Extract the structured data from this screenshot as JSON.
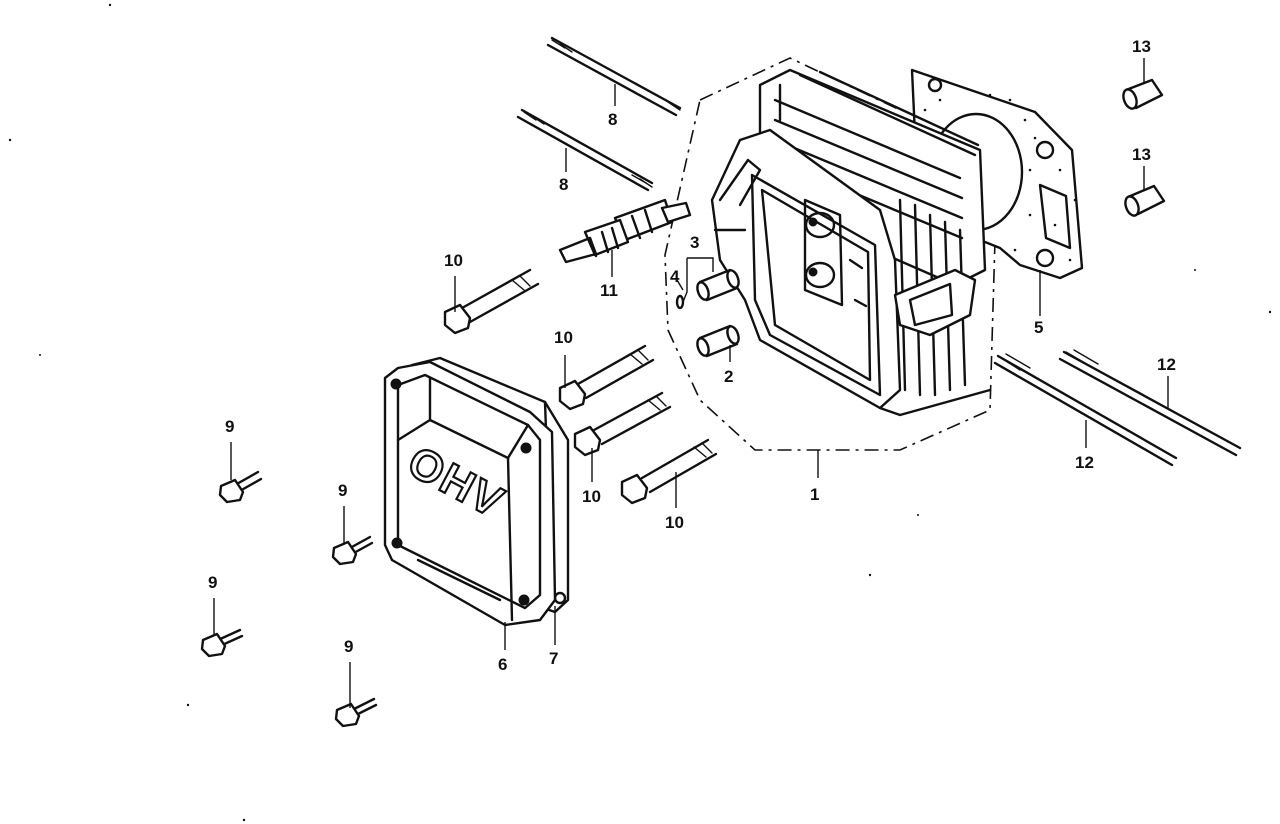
{
  "cover_text": "OHV",
  "callouts": [
    {
      "id": "c1",
      "text": "1"
    },
    {
      "id": "c2",
      "text": "2"
    },
    {
      "id": "c3",
      "text": "3"
    },
    {
      "id": "c4",
      "text": "4"
    },
    {
      "id": "c5",
      "text": "5"
    },
    {
      "id": "c6",
      "text": "6"
    },
    {
      "id": "c7",
      "text": "7"
    },
    {
      "id": "c8a",
      "text": "8"
    },
    {
      "id": "c8b",
      "text": "8"
    },
    {
      "id": "c9a",
      "text": "9"
    },
    {
      "id": "c9b",
      "text": "9"
    },
    {
      "id": "c9c",
      "text": "9"
    },
    {
      "id": "c9d",
      "text": "9"
    },
    {
      "id": "c10a",
      "text": "10"
    },
    {
      "id": "c10b",
      "text": "10"
    },
    {
      "id": "c10c",
      "text": "10"
    },
    {
      "id": "c10d",
      "text": "10"
    },
    {
      "id": "c11",
      "text": "11"
    },
    {
      "id": "c12a",
      "text": "12"
    },
    {
      "id": "c12b",
      "text": "12"
    },
    {
      "id": "c13a",
      "text": "13"
    },
    {
      "id": "c13b",
      "text": "13"
    }
  ]
}
